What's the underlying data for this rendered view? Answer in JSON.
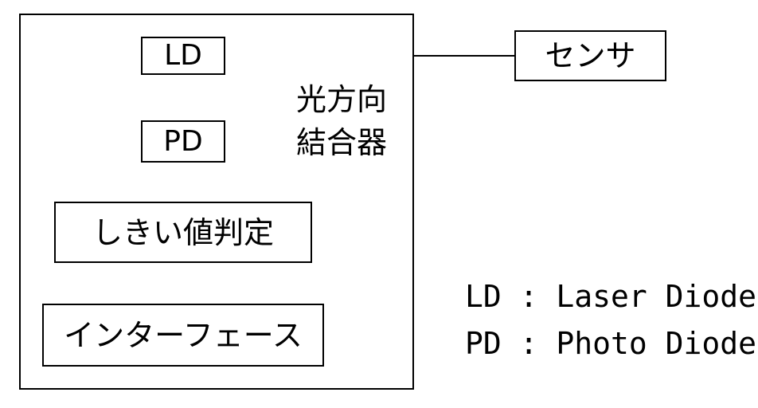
{
  "blocks": {
    "ld": "LD",
    "pd": "PD",
    "threshold": "しきい値判定",
    "interface": "インターフェース",
    "sensor": "センサ"
  },
  "coupler": {
    "label_line1": "光方向",
    "label_line2": "結合器",
    "color": "#3a1fe0"
  },
  "legend": [
    {
      "abbr": "LD",
      "sep": " : ",
      "meaning": "Laser Diode"
    },
    {
      "abbr": "PD",
      "sep": " : ",
      "meaning": "Photo Diode"
    }
  ]
}
